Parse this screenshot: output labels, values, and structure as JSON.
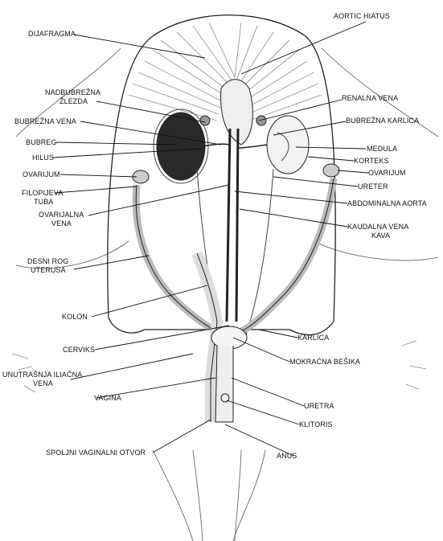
{
  "labels": {
    "dijafragma": "DIJAFRAGMA",
    "aortic_hiatus": "AORTIC HIATUS",
    "nadbubrezna_1": "NADBUBREŽNA",
    "nadbubrezna_2": "ŽLEZDA",
    "renalna_vena": "RENALNA VENA",
    "bubrezna_vena": "BUBREŽNA VENA",
    "bubrezna_karlica": "BUBREŽNA KARLICA",
    "bubreg": "BUBREG",
    "medula": "MEDULA",
    "hilus": "HILUS",
    "korteks": "KORTEKS",
    "ovarijum_left": "OVARIJUM",
    "ovarijum_right": "OVARIJUM",
    "filopijeva_1": "FILOPIJEVA",
    "filopijeva_2": "TUBA",
    "ureter": "URETER",
    "ovarijalna_1": "OVARIJALNA",
    "ovarijalna_2": "VENA",
    "abdominalna_aorta": "ABDOMINALNA AORTA",
    "kaudalna_1": "KAUDALNA VENA",
    "kaudalna_2": "KAVA",
    "desni_rog_1": "DESNI ROG",
    "desni_rog_2": "UTERUSA",
    "kolon": "KOLON",
    "karlica": "KARLICA",
    "cerviks": "CERVIKS",
    "mokracna": "MOKRAĆNA BEŠIKA",
    "unutrasnja_1": "UNUTRAŠNJA ILIAČNA",
    "unutrasnja_2": "VENA",
    "vagina": "VAGINA",
    "uretra": "URETRA",
    "klitoris": "KLITORIS",
    "spoljni": "SPOLJNI VAGINALNI OTVOR",
    "anus": "ANUS"
  }
}
